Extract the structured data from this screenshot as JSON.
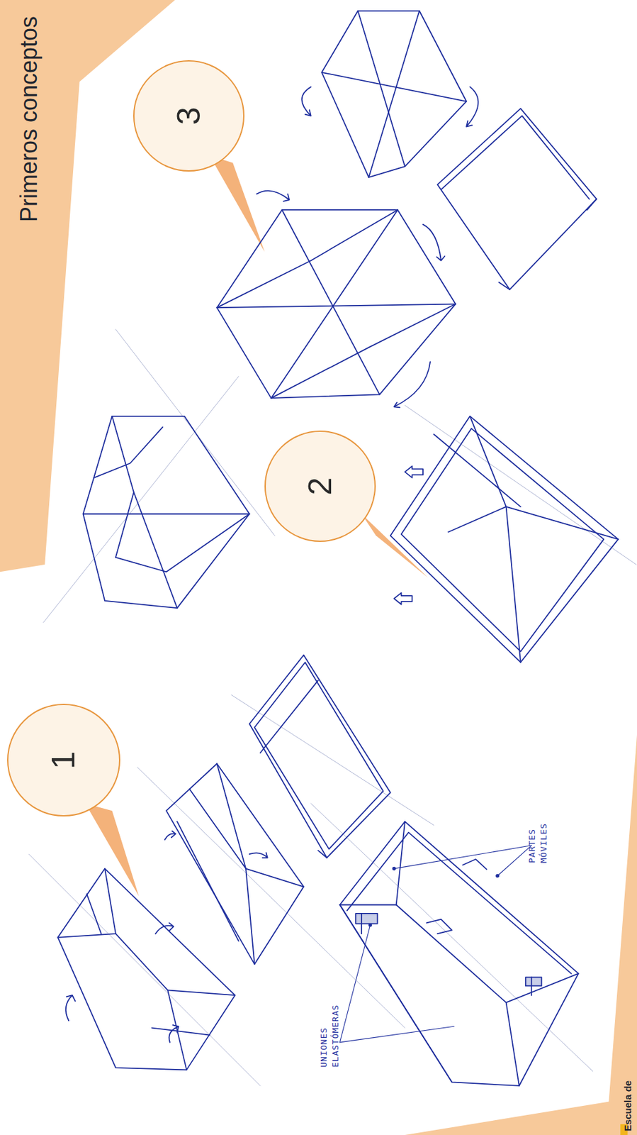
{
  "diagram": {
    "title": "Primeros conceptos",
    "nodes": [
      {
        "text": [
          "1"
        ]
      },
      {
        "text": [
          "2"
        ]
      },
      {
        "text": [
          "3"
        ]
      }
    ],
    "labels": [
      "UNIONES ELASTÓMERAS",
      "PARTES MÓVILES",
      "Escuela de"
    ]
  }
}
